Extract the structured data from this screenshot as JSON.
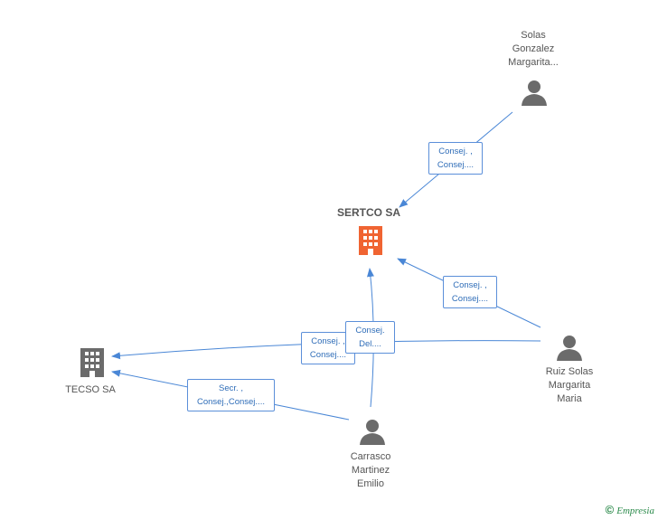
{
  "nodes": {
    "sertco": {
      "name": "SERTCO SA",
      "type": "company",
      "color": "#f06432"
    },
    "tecso": {
      "name": "TECSO SA",
      "type": "company",
      "color": "#6b6b6b"
    },
    "solas": {
      "name_lines": [
        "Solas",
        "Gonzalez",
        "Margarita..."
      ],
      "type": "person"
    },
    "ruiz": {
      "name_lines": [
        "Ruiz Solas",
        "Margarita",
        "Maria"
      ],
      "type": "person"
    },
    "carrasco": {
      "name_lines": [
        "Carrasco",
        "Martinez",
        "Emilio"
      ],
      "type": "person"
    }
  },
  "edges": {
    "solas_sertco": [
      "Consej. ,",
      "Consej...."
    ],
    "ruiz_sertco": [
      "Consej. ,",
      "Consej...."
    ],
    "ruiz_tecso": [
      "Consej. ,",
      "Consej...."
    ],
    "carrasco_sertco": [
      "Consej.",
      "Del...."
    ],
    "carrasco_tecso": [
      "Secr. ,",
      "Consej.,Consej...."
    ]
  },
  "colors": {
    "edge": "#4a87d6",
    "person": "#6b6b6b"
  },
  "watermark": {
    "symbol": "©",
    "brand": "Empresia"
  }
}
